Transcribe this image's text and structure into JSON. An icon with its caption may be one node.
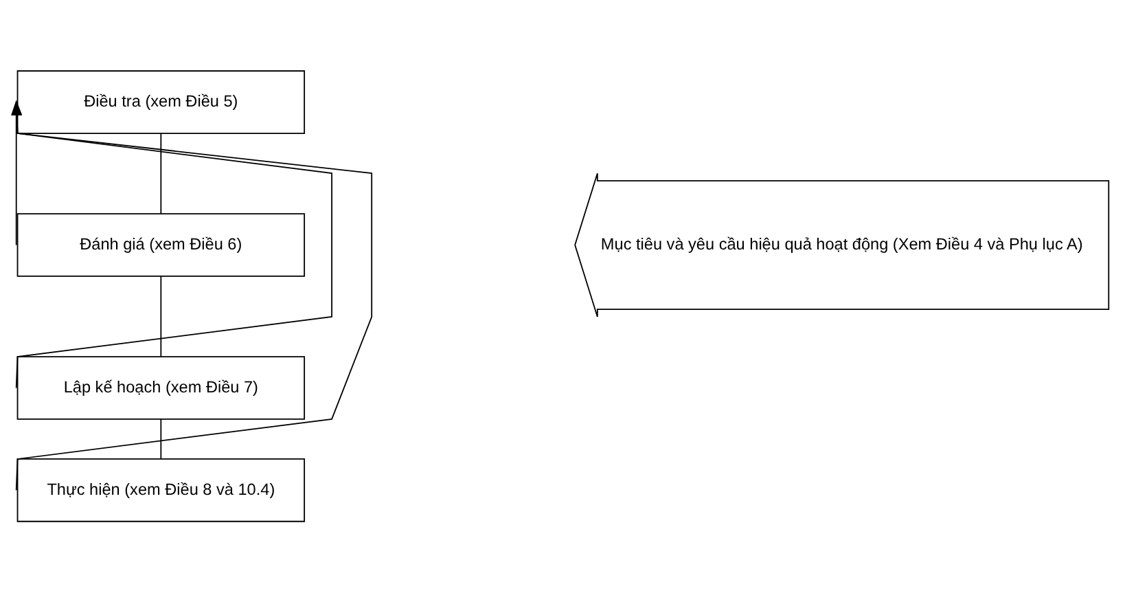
{
  "diagram": {
    "nodes": [
      {
        "text": [
          "Điều tra (xem Điều 5)"
        ]
      },
      {
        "text": [
          "Đánh giá (xem Điều 6)"
        ]
      },
      {
        "text": [
          "Lập kế hoạch (xem Điều 7)"
        ]
      },
      {
        "text": [
          "Thực hiện (xem Điều 8 và 10.4)"
        ]
      },
      {
        "text": [
          "Mục tiêu và yêu cầu hiệu quả hoạt động (Xem Điều 4 và Phụ lục A)"
        ]
      }
    ],
    "edges": [
      {
        "from": 0,
        "to": 1,
        "arrow": "none"
      },
      {
        "from": 1,
        "to": 2,
        "arrow": "none"
      },
      {
        "from": 2,
        "to": 3,
        "arrow": "none"
      },
      {
        "from": 1,
        "to": 0,
        "arrow": "to"
      },
      {
        "from": 2,
        "to": 0,
        "arrow": "to"
      },
      {
        "from": 3,
        "to": 0,
        "arrow": "to"
      }
    ]
  }
}
